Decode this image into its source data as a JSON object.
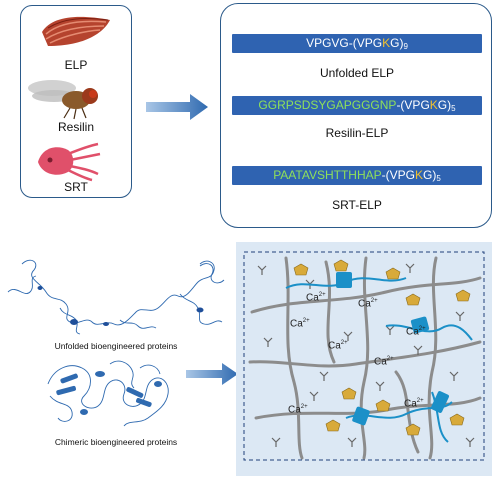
{
  "organisms": [
    {
      "label": "ELP",
      "icon": "muscle-icon"
    },
    {
      "label": "Resilin",
      "icon": "fly-icon"
    },
    {
      "label": "SRT",
      "icon": "squid-icon"
    }
  ],
  "sequences": [
    {
      "motif": "",
      "core": "VPGVG-(VPG",
      "k": "K",
      "tail": "G)",
      "sub": "9",
      "caption": "Unfolded ELP"
    },
    {
      "motif": "GGRPSDSYGAPGGGNP",
      "core": "-(VPG",
      "k": "K",
      "tail": "G)",
      "sub": "5",
      "caption": "Resilin-ELP"
    },
    {
      "motif": "PAATAVSHTTHHAP",
      "core": "-(VPG",
      "k": "K",
      "tail": "G)",
      "sub": "5",
      "caption": "SRT-ELP"
    }
  ],
  "proteins": {
    "unfolded_caption": "Unfolded bioengineered proteins",
    "chimeric_caption": "Chimeric bioengineered proteins"
  },
  "network": {
    "ion_label": "Ca",
    "ion_charge": "2+"
  },
  "colors": {
    "box_border": "#2b5a8a",
    "seq_bar": "#2f63b1",
    "motif_green": "#8fe05a",
    "lysine_yellow": "#f0c030",
    "arrow": "#2f6ab0",
    "network_bg": "#dce8f4",
    "network_border": "#1f3f7a",
    "protein_cyan": "#1b90c8",
    "crosslinker_gold": "#d8aa3a"
  }
}
